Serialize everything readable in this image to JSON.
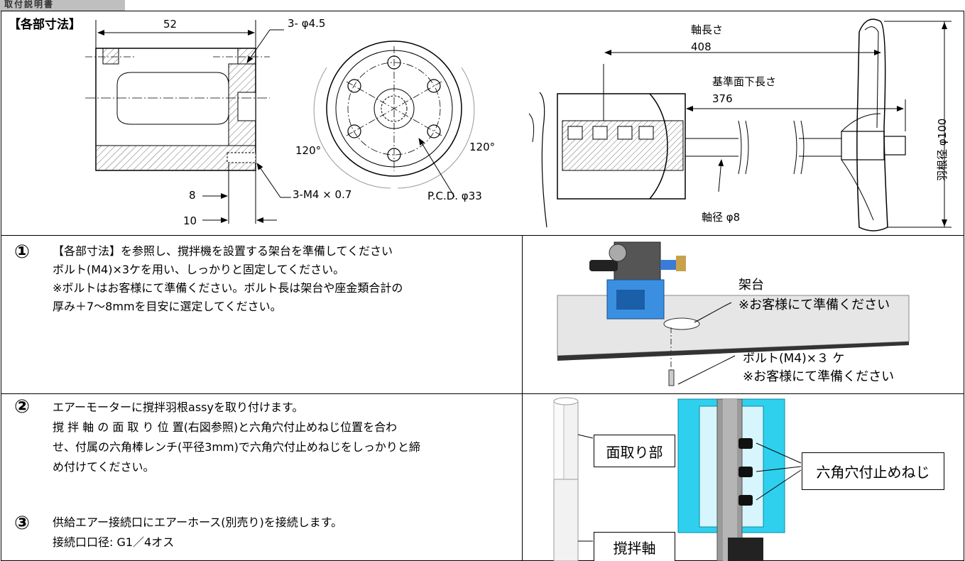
{
  "header": {
    "tab": "取付説明書"
  },
  "dims": {
    "section_title": "【各部寸法】",
    "d52": "52",
    "holes": "3- φ4.5",
    "angle_left": "120°",
    "angle_right": "120°",
    "pcd": "P.C.D. φ33",
    "thread": "3-M4 × 0.7",
    "d8": "8",
    "d10": "10",
    "shaft_len_label": "軸長さ",
    "shaft_len_val": "408",
    "ref_len_label": "基準面下長さ",
    "ref_len_val": "376",
    "shaft_dia": "軸径 φ8",
    "blade_dia": "羽根径 φ100"
  },
  "step1": {
    "num": "①",
    "lines": [
      "【各部寸法】を参照し、撹拌機を設置する架台を準備してください",
      "ボルト(M4)×3ケを用い、しっかりと固定してください。",
      "※ボルトはお客様にて準備ください。ボルト長は架台や座金類合計の",
      "厚み＋7〜8mmを目安に選定してください。"
    ],
    "fig_frame_label": "架台",
    "fig_frame_note": "※お客様にて準備ください",
    "fig_bolt_label": "ボルト(M4)×３ ケ",
    "fig_bolt_note": "※お客様にて準備ください"
  },
  "step2": {
    "num": "②",
    "lines": [
      "エアーモーターに撹拌羽根assyを取り付けます。",
      "撹 拌 軸 の 面 取 り 位 置(右図参照)と六角穴付止めねじ位置を合わ",
      "せ、付属の六角棒レンチ(平径3mm)で六角穴付止めねじをしっかりと締",
      "め付けてください。"
    ],
    "callout_chamfer": "面取り部",
    "callout_screw": "六角穴付止めねじ",
    "callout_shaft": "撹拌軸"
  },
  "step3": {
    "num": "③",
    "lines": [
      "供給エアー接続口にエアーホース(別売り)を接続します。",
      "接続口口径: G1／4オス"
    ]
  }
}
